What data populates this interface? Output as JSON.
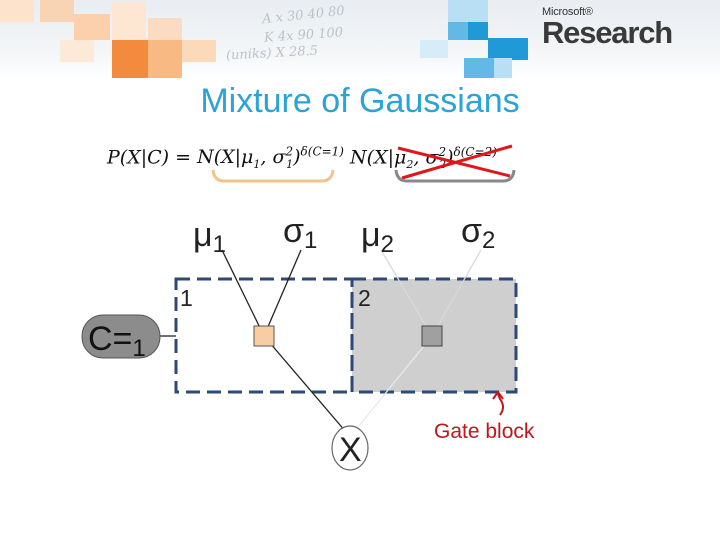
{
  "header": {
    "brand_small": "Microsoft®",
    "brand_big": "Research",
    "scribbles": [
      "A  x  30  40  80",
      "K  4x  90  100",
      "(uniks)  X  28.5"
    ]
  },
  "title": "Mixture of Gaussians",
  "formula": {
    "lhs": "P(X|C) = ",
    "term1": "N(X|μ",
    "term1_sub1": "1",
    "term1_mid": ", σ",
    "term1_sup2": "2",
    "term1_sub2": "1",
    "term1_close": ")",
    "term1_exp": "δ(C=1)",
    "term2": "N(X|μ",
    "term2_sub1": "2",
    "term2_mid": ", σ",
    "term2_sup2": "2",
    "term2_sub2": "2",
    "term2_close": ")",
    "term2_exp": "δ(C=2)"
  },
  "nodes": {
    "mu1": "μ1",
    "sigma1": "σ1",
    "mu2": "μ2",
    "sigma2": "σ2",
    "x": "X",
    "c": "C=1"
  },
  "gates": {
    "gate1_label": "1",
    "gate2_label": "2"
  },
  "annotation": {
    "gate_block": "Gate block"
  },
  "colors": {
    "title": "#29a3d8",
    "brace_active": "#f0c48e",
    "brace_inactive": "#888888",
    "cross": "#e0161b",
    "gate_border": "#2b4a78",
    "gate_fill": "#cfcfcf",
    "factor_active": "#f8cda3",
    "factor_inactive": "#a0a0a0",
    "c_node": "#8c8c8c",
    "annotation": "#c0161b",
    "squares": [
      "#f38b3f",
      "#f9b982",
      "#fcd9b8",
      "#1f9ad6",
      "#63b9e6",
      "#b8dff4"
    ]
  }
}
